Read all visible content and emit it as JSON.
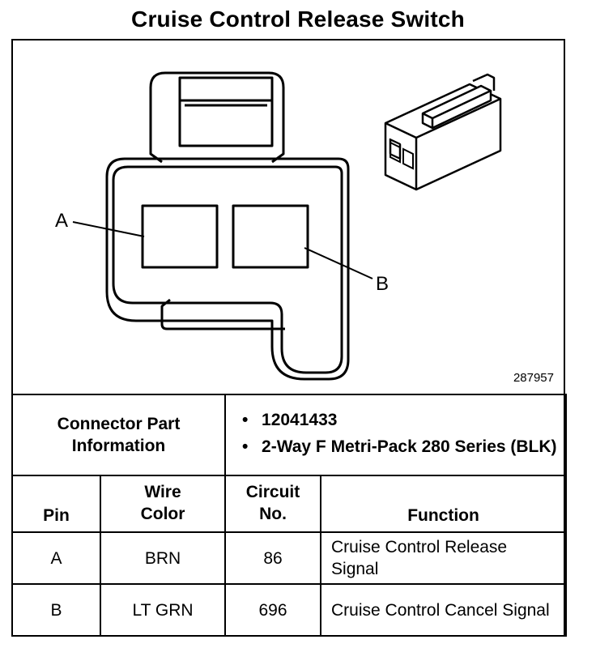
{
  "title": "Cruise Control Release Switch",
  "diagram": {
    "pin_labels": [
      "A",
      "B"
    ],
    "figure_number": "287957"
  },
  "connector": {
    "info_label": "Connector Part Information",
    "details": [
      "12041433",
      "2-Way F Metri-Pack 280 Series (BLK)"
    ]
  },
  "table": {
    "headers": {
      "pin": "Pin",
      "wire_color": "Wire Color",
      "circuit_no": "Circuit No.",
      "function": "Function"
    },
    "rows": [
      {
        "pin": "A",
        "wire_color": "BRN",
        "circuit_no": "86",
        "function": "Cruise Control Release Signal"
      },
      {
        "pin": "B",
        "wire_color": "LT GRN",
        "circuit_no": "696",
        "function": "Cruise Control Cancel Signal"
      }
    ]
  }
}
